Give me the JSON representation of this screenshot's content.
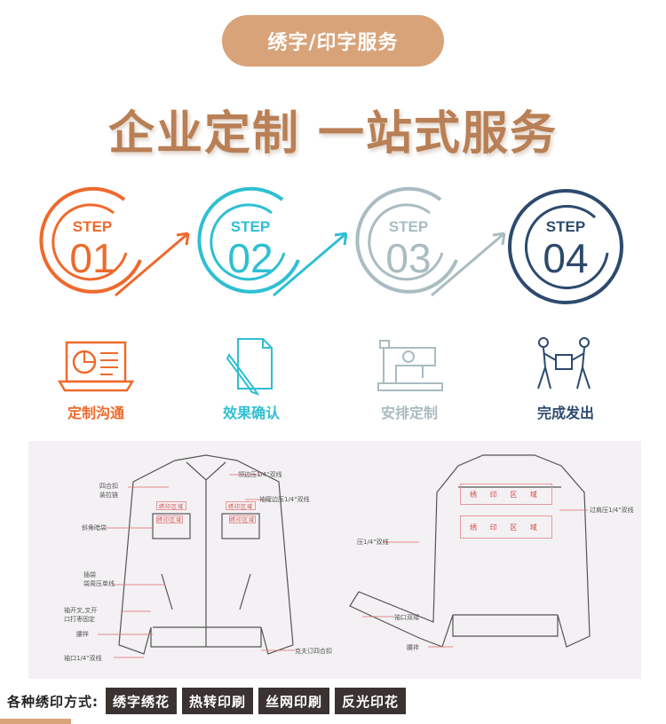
{
  "banner": {
    "label": "绣字/印字服务"
  },
  "headline": "企业定制 一站式服务",
  "steps": [
    {
      "word": "STEP",
      "number": "01",
      "color": "#ee6a2c",
      "label": "定制沟通",
      "icon": "laptop-chart-icon"
    },
    {
      "word": "STEP",
      "number": "02",
      "color": "#2fbfd3",
      "label": "效果确认",
      "icon": "document-pen-icon"
    },
    {
      "word": "STEP",
      "number": "03",
      "color": "#a9bcc1",
      "label": "安排定制",
      "icon": "sewing-machine-icon"
    },
    {
      "word": "STEP",
      "number": "04",
      "color": "#2d4a6e",
      "label": "完成发出",
      "icon": "delivery-people-icon"
    }
  ],
  "front_callouts": [
    "四合扣",
    "装拉链",
    "领边压1/4\"双线",
    "袖窿边压1/4\"双线",
    "斜角暗袋",
    "插袋",
    "袋周压单线",
    "袖开叉,叉开",
    "口打枣固定",
    "腰样",
    "袖口1/4\"双线",
    "克夫订四合扣"
  ],
  "front_zones": [
    "绣印区域",
    "绣印区域",
    "绣印区域",
    "绣印区域"
  ],
  "back_callouts": [
    "过肩压1/4\"双线",
    "压1/4\"双线",
    "袖口双褶",
    "腰袢"
  ],
  "back_zones": [
    "绣 印 区 域",
    "绣 印 区 域"
  ],
  "methods": {
    "label": "各种绣印方式:",
    "items": [
      "绣字绣花",
      "热转印刷",
      "丝网印刷",
      "反光印花"
    ]
  }
}
